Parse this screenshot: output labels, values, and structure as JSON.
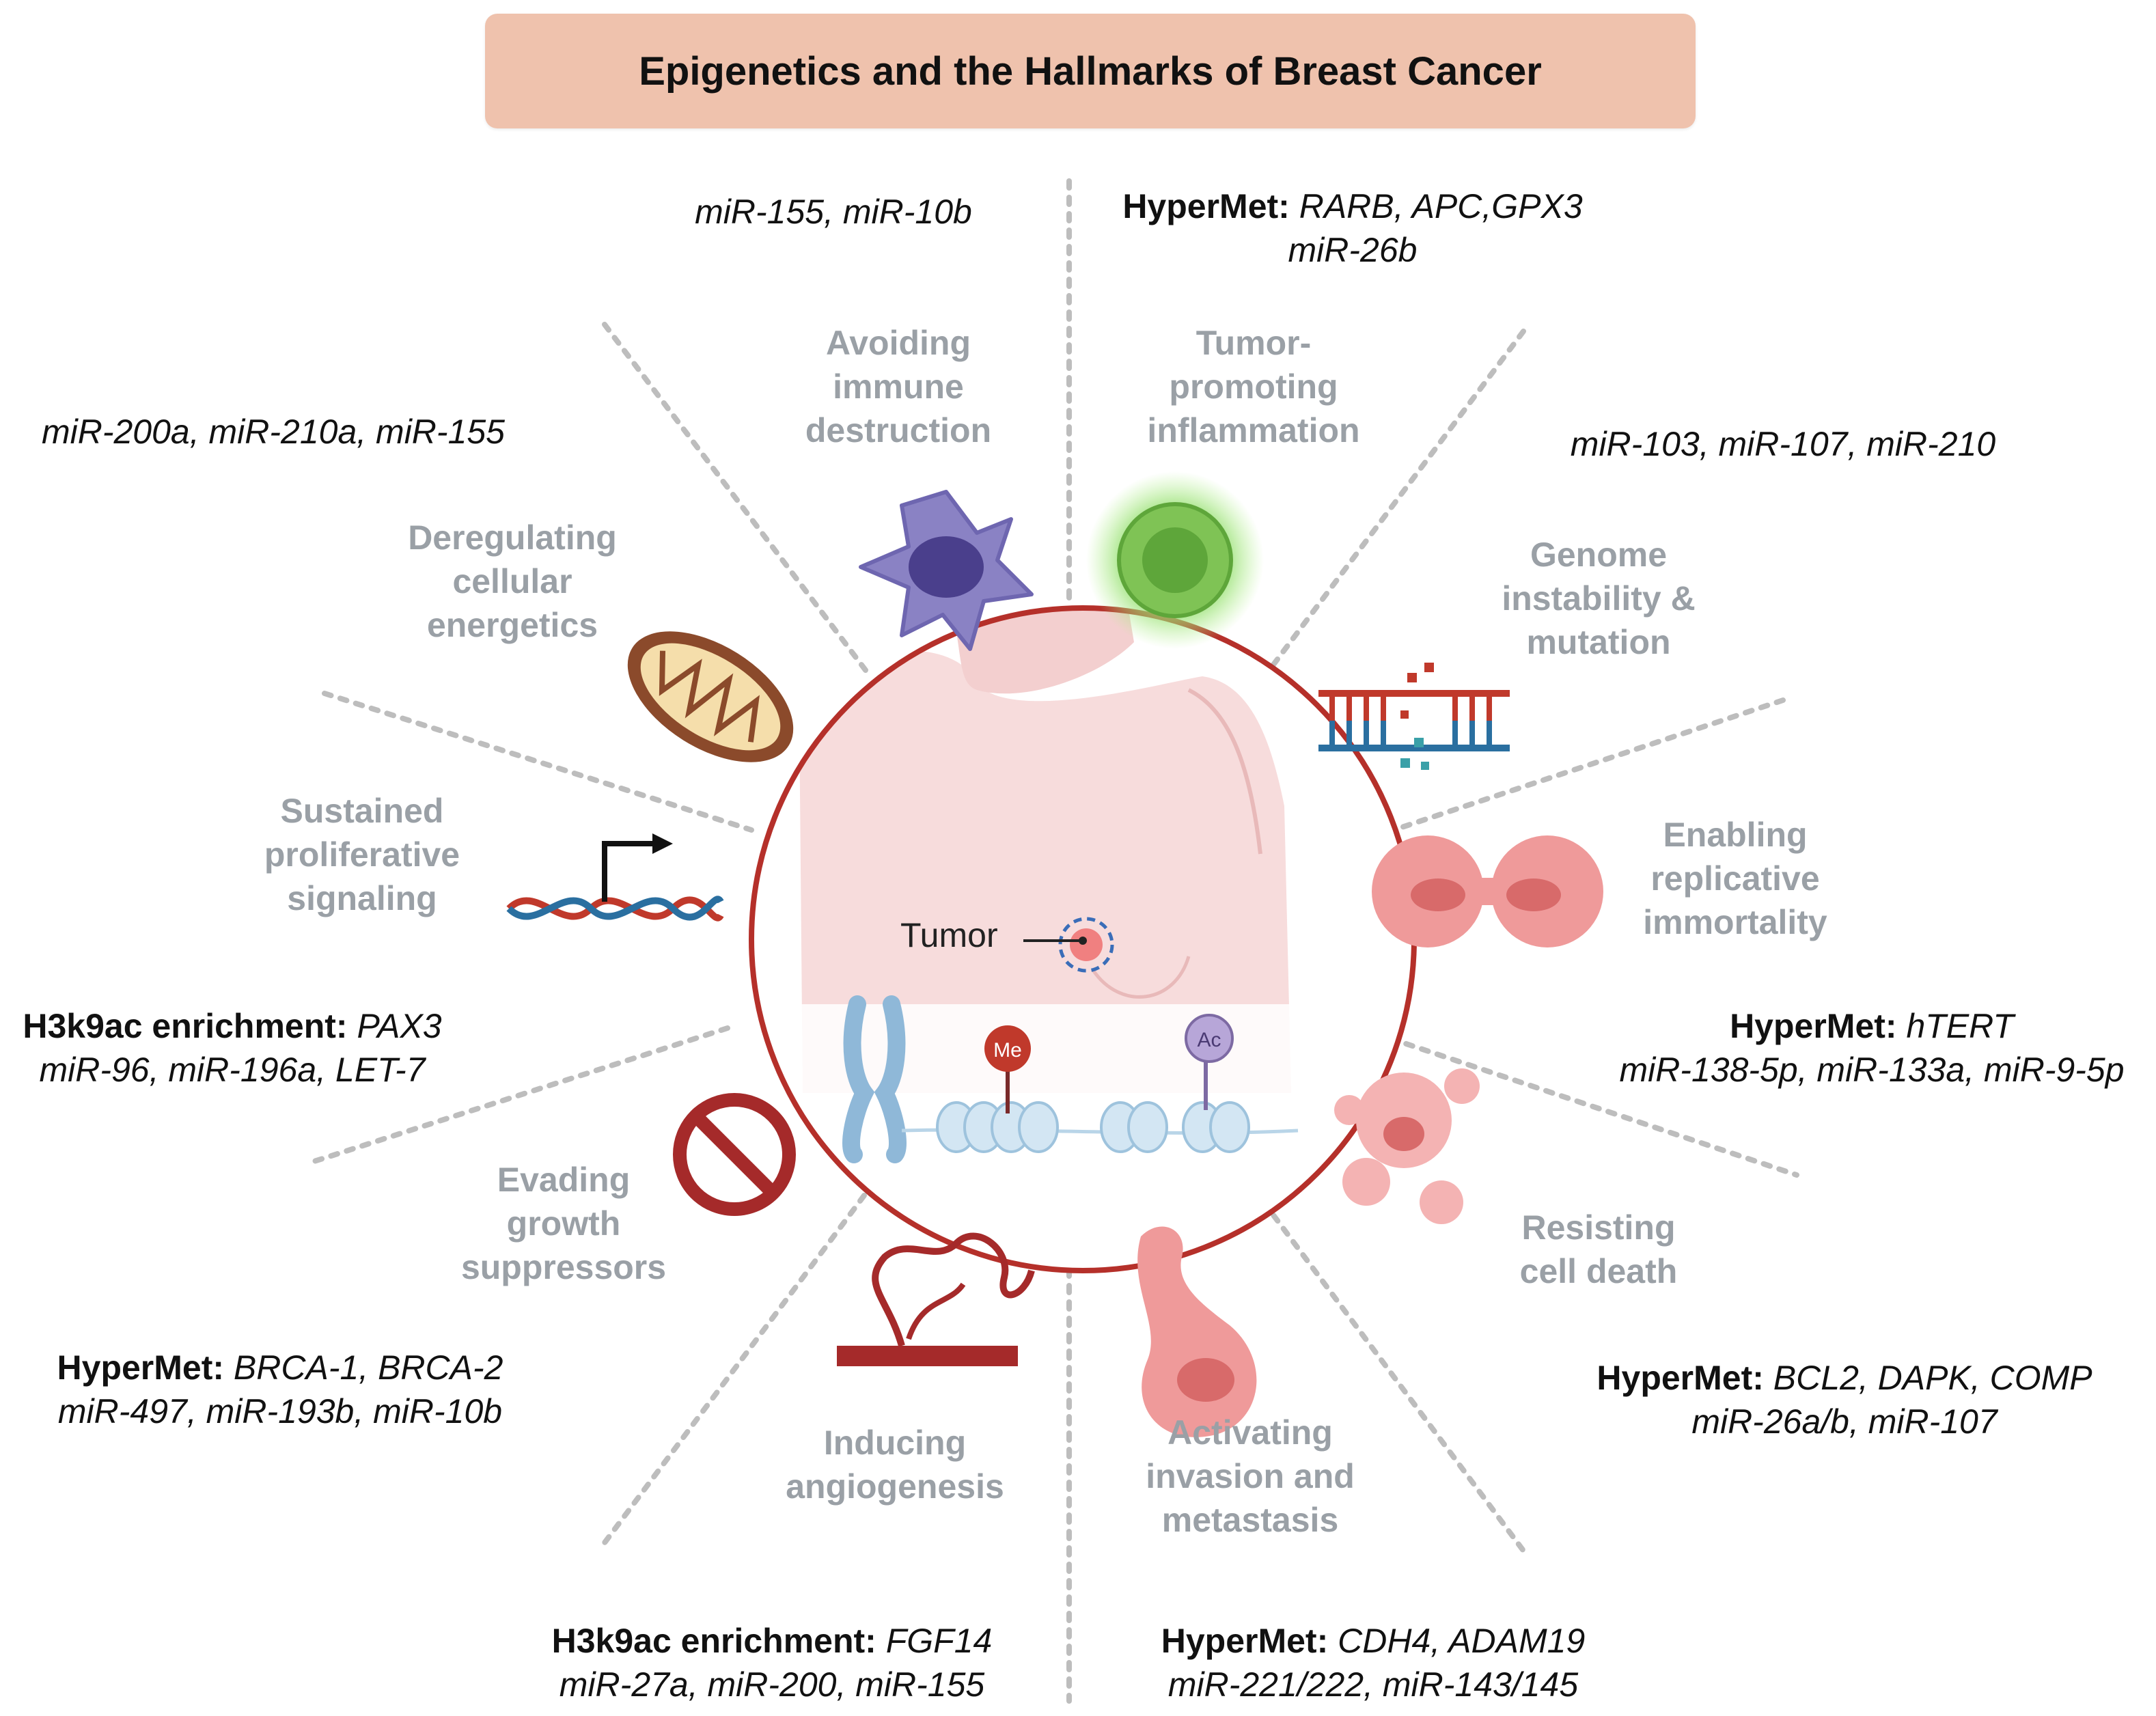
{
  "title": "Epigenetics and the Hallmarks of Breast Cancer",
  "tumor_label": "Tumor",
  "histone_marks": {
    "methyl": "Me",
    "acetyl": "Ac"
  },
  "hallmarks": {
    "immune": [
      "Avoiding",
      "immune",
      "destruction"
    ],
    "inflammation": [
      "Tumor-",
      "promoting",
      "inflammation"
    ],
    "genome": [
      "Genome",
      "instability &",
      "mutation"
    ],
    "immortality": [
      "Enabling",
      "replicative",
      "immortality"
    ],
    "cell_death": [
      "Resisting",
      "cell death"
    ],
    "invasion": [
      "Activating",
      "invasion and",
      "metastasis"
    ],
    "angiogenesis": [
      "Inducing",
      "angiogenesis"
    ],
    "growth": [
      "Evading",
      "growth",
      "suppressors"
    ],
    "proliferative": [
      "Sustained",
      "proliferative",
      "signaling"
    ],
    "energetics": [
      "Deregulating",
      "cellular",
      "energetics"
    ]
  },
  "epigenetics": {
    "immune": {
      "line1": "miR-155, miR-10b"
    },
    "inflammation": {
      "prefix": "HyperMet:",
      "genes": "RARB, APC,GPX3",
      "line2": "miR-26b"
    },
    "genome": {
      "line1": "miR-103, miR-107, miR-210"
    },
    "immortality": {
      "prefix": "HyperMet:",
      "genes": "hTERT",
      "line2": "miR-138-5p, miR-133a, miR-9-5p"
    },
    "cell_death": {
      "prefix": "HyperMet:",
      "genes": "BCL2, DAPK, COMP",
      "line2": "miR-26a/b, miR-107"
    },
    "invasion": {
      "prefix": "HyperMet:",
      "genes": "CDH4, ADAM19",
      "line2": "miR-221/222, miR-143/145"
    },
    "angiogenesis": {
      "prefix": "H3k9ac enrichment:",
      "genes": "FGF14",
      "line2": "miR-27a, miR-200, miR-155"
    },
    "growth": {
      "prefix": "HyperMet:",
      "genes": "BRCA-1, BRCA-2",
      "line2": "miR-497, miR-193b, miR-10b"
    },
    "proliferative": {
      "prefix": "H3k9ac enrichment:",
      "genes": "PAX3",
      "line2": "miR-96, miR-196a, LET-7"
    },
    "energetics": {
      "line1": "miR-200a, miR-210a, miR-155"
    }
  },
  "colors": {
    "title_bg": "#efc2ad",
    "circle_border": "#b5302a",
    "hallmark_text": "#9aa0a6",
    "divider": "#bdbdbd",
    "skin": "#f7dcdc"
  }
}
